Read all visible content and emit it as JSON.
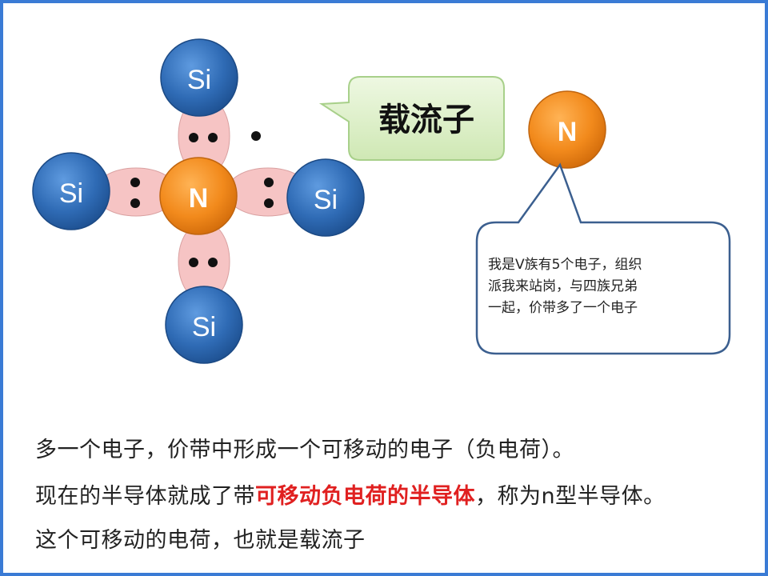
{
  "diagram": {
    "silicon_label": "Si",
    "nitrogen_label": "N",
    "carrier_label": "载流子",
    "standalone_atom_label": "N",
    "callout_lines": [
      "我是V族有5个电子，组织",
      "派我来站岗，与四族兄弟",
      "一起，价带多了一个电子"
    ],
    "colors": {
      "silicon": "#2f6bb5",
      "nitrogen": "#f28a1c",
      "bond": "#f6c4c4",
      "carrier_box": "#dff1cc",
      "frame": "#3a7bd5"
    }
  },
  "text": {
    "line1": "多一个电子，价带中形成一个可移动的电子（负电荷）。",
    "line2_before": "现在的半导体就成了带",
    "line2_highlight": "可移动负电荷的半导体",
    "line2_after": "，称为n型半导体。",
    "line3": "这个可移动的电荷，也就是载流子"
  }
}
